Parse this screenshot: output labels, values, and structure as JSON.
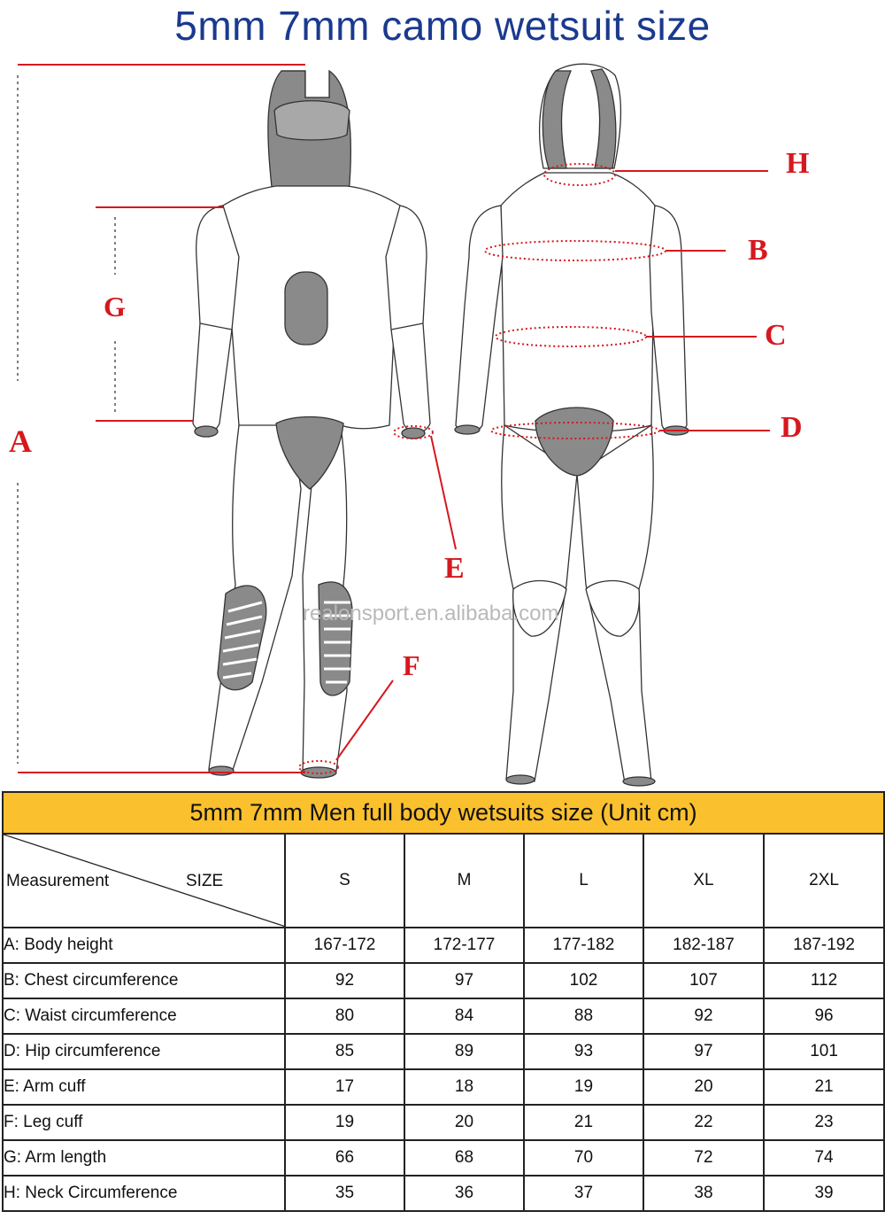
{
  "title": "5mm 7mm camo wetsuit size",
  "watermark": "realonsport.en.alibaba.com",
  "labels": {
    "a": "A",
    "b": "B",
    "c": "C",
    "d": "D",
    "e": "E",
    "f": "F",
    "g": "G",
    "h": "H"
  },
  "colors": {
    "title": "#1a3a8f",
    "accent_red": "#d6181f",
    "header_bg": "#fbc02d",
    "panel_grey": "#8a8a8a"
  },
  "table": {
    "caption": "5mm 7mm Men full body wetsuits size   (Unit cm)",
    "corner_measurement": "Measurement",
    "corner_size": "SIZE",
    "sizes": [
      "S",
      "M",
      "L",
      "XL",
      "2XL"
    ],
    "rows": [
      {
        "label": "A: Body height",
        "values": [
          "167-172",
          "172-177",
          "177-182",
          "182-187",
          "187-192"
        ]
      },
      {
        "label": "B: Chest circumference",
        "values": [
          "92",
          "97",
          "102",
          "107",
          "112"
        ]
      },
      {
        "label": "C: Waist circumference",
        "values": [
          "80",
          "84",
          "88",
          "92",
          "96"
        ]
      },
      {
        "label": "D: Hip circumference",
        "values": [
          "85",
          "89",
          "93",
          "97",
          "101"
        ]
      },
      {
        "label": "E: Arm cuff",
        "values": [
          "17",
          "18",
          "19",
          "20",
          "21"
        ]
      },
      {
        "label": "F: Leg cuff",
        "values": [
          "19",
          "20",
          "21",
          "22",
          "23"
        ]
      },
      {
        "label": "G: Arm length",
        "values": [
          "66",
          "68",
          "70",
          "72",
          "74"
        ]
      },
      {
        "label": "H: Neck Circumference",
        "values": [
          "35",
          "36",
          "37",
          "38",
          "39"
        ]
      }
    ]
  }
}
